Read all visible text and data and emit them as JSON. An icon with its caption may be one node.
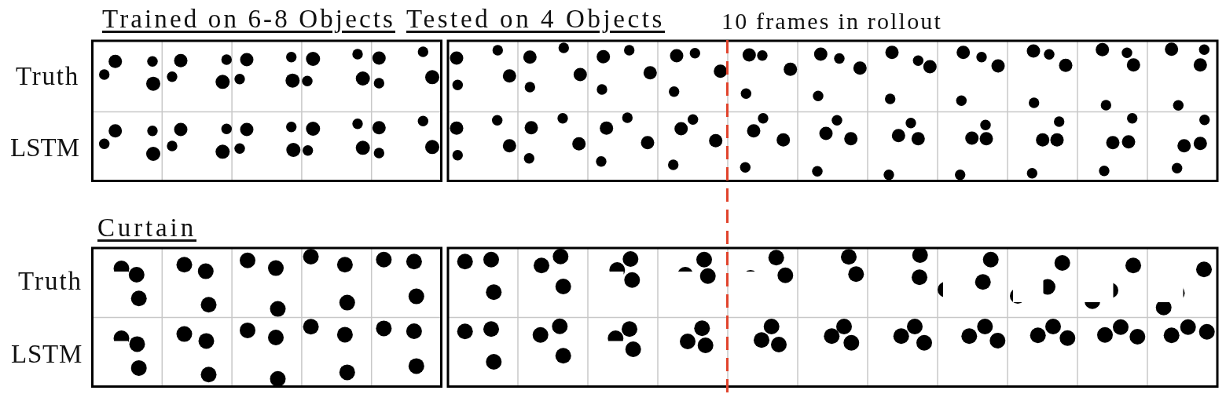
{
  "diagram": {
    "labels": [
      "Trained on 6-8 Objects",
      "Tested on 4 Objects",
      "10 frames in rollout",
      "Truth",
      "LSTM",
      "Curtain",
      "Truth",
      "LSTM"
    ]
  }
}
